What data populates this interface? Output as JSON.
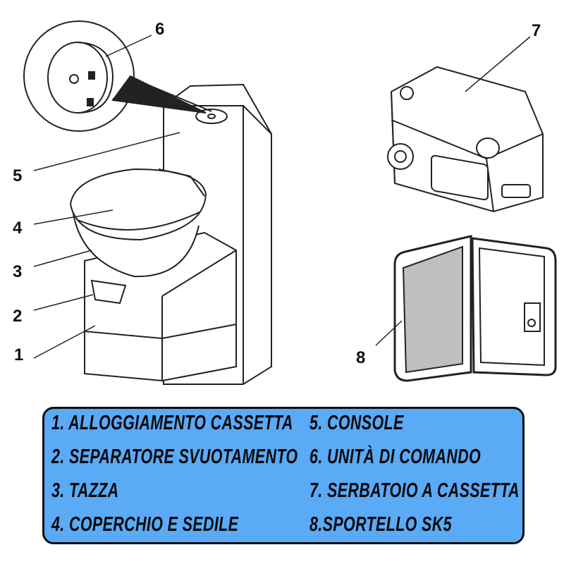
{
  "callouts": [
    "1",
    "2",
    "3",
    "4",
    "5",
    "6",
    "7",
    "8"
  ],
  "legend": {
    "items": [
      "1. ALLOGGIAMENTO CASSETTA",
      "2. SEPARATORE SVUOTAMENTO",
      "3. TAZZA",
      "4. COPERCHIO E SEDILE",
      "5. CONSOLE",
      "6. UNITÀ  DI COMANDO",
      "7. SERBATOIO A CASSETTA",
      "8.SPORTELLO SK5"
    ],
    "background_color": "#5aaaf6"
  }
}
